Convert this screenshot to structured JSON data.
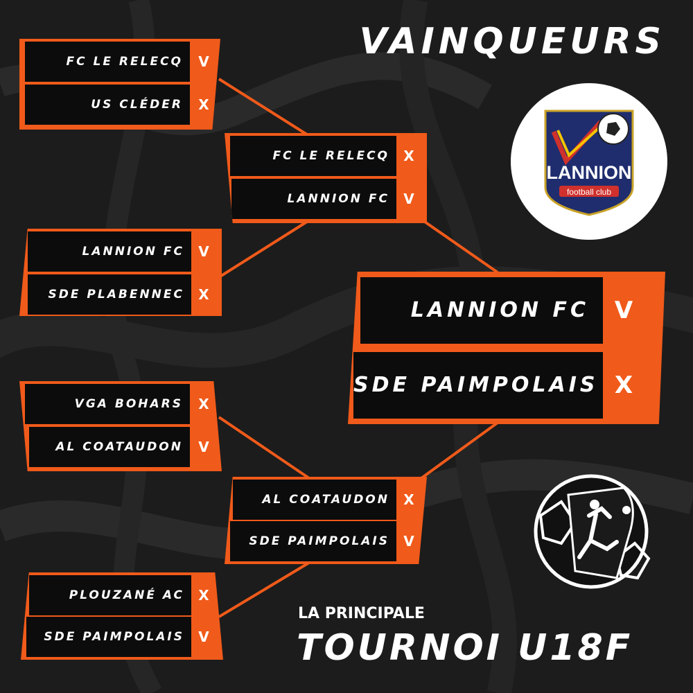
{
  "header": {
    "title": "VAINQUEURS"
  },
  "footer": {
    "subtitle": "LA PRINCIPALE",
    "tournament": "TOURNOI U18F"
  },
  "logo": {
    "name": "LANNION",
    "tagline": "football club"
  },
  "colors": {
    "accent": "#f05a1a",
    "background": "#1c1c1c",
    "row": "#0c0c0c",
    "text": "#ffffff",
    "logo_blue": "#1f2d6e",
    "logo_red": "#d0312d"
  },
  "round1": [
    {
      "team1": "FC LE RELECQ",
      "mark1": "V",
      "team2": "US CLÉDER",
      "mark2": "X"
    },
    {
      "team1": "LANNION FC",
      "mark1": "V",
      "team2": "SDE PLABENNEC",
      "mark2": "X"
    },
    {
      "team1": "VGA BOHARS",
      "mark1": "X",
      "team2": "AL COATAUDON",
      "mark2": "V"
    },
    {
      "team1": "PLOUZANÉ AC",
      "mark1": "X",
      "team2": "SDE PAIMPOLAIS",
      "mark2": "V"
    }
  ],
  "semis": [
    {
      "team1": "FC LE RELECQ",
      "mark1": "X",
      "team2": "LANNION FC",
      "mark2": "V"
    },
    {
      "team1": "AL COATAUDON",
      "mark1": "X",
      "team2": "SDE PAIMPOLAIS",
      "mark2": "V"
    }
  ],
  "final": {
    "team1": "LANNION FC",
    "mark1": "V",
    "team2": "SDE PAIMPOLAIS",
    "mark2": "X"
  }
}
